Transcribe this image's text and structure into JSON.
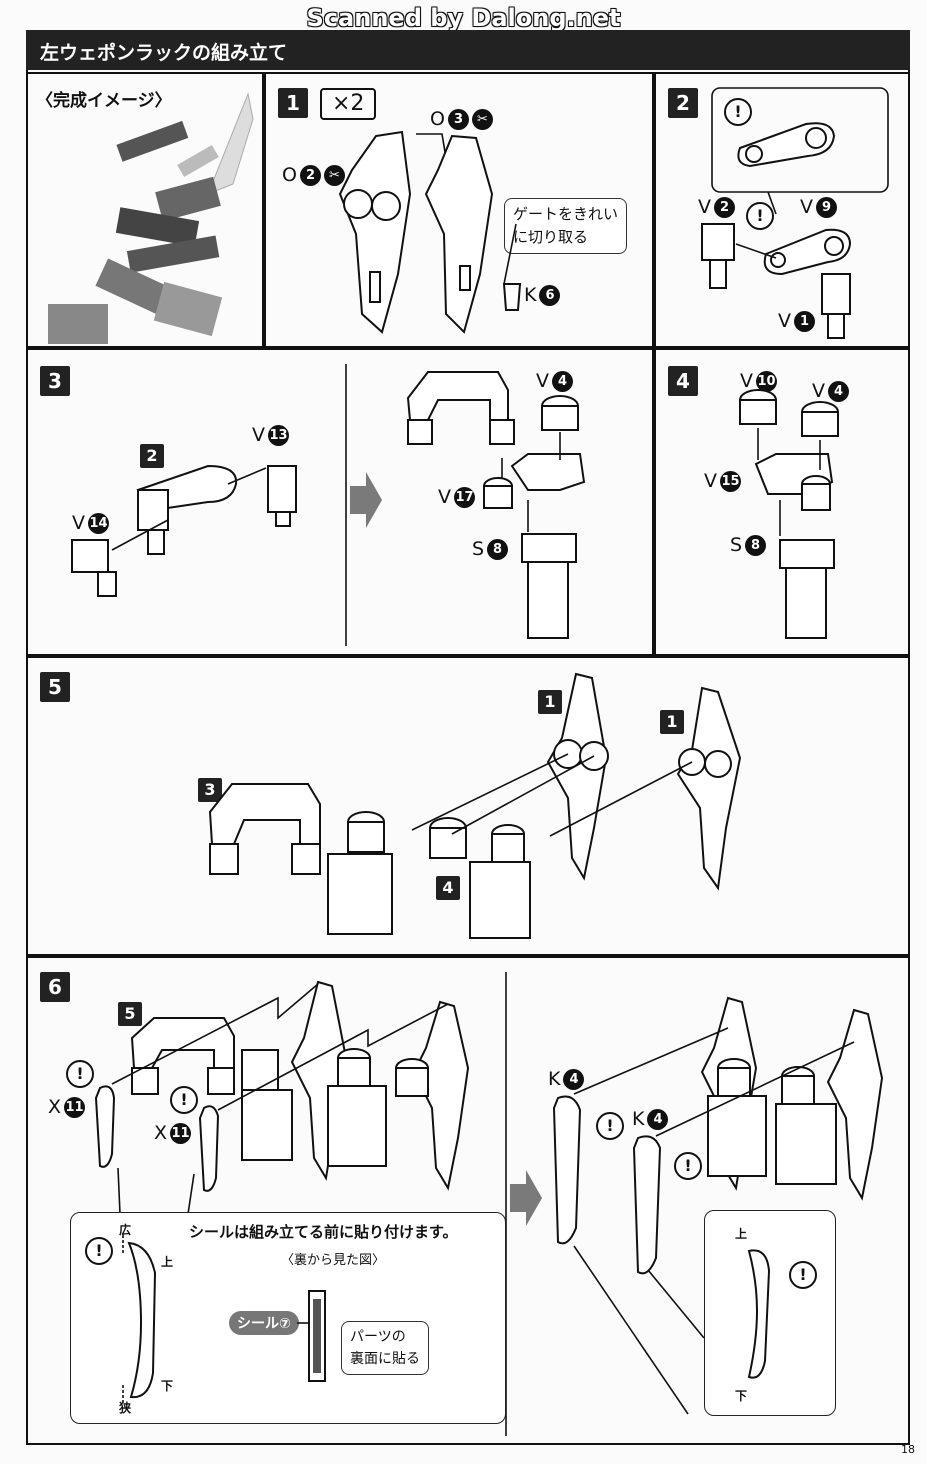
{
  "watermark": "Scanned by Dalong.net",
  "header": {
    "title": "左ウェポンラックの組み立て"
  },
  "page_number": "18",
  "panel_complete": {
    "caption": "〈完成イメージ〉"
  },
  "step1": {
    "number": "1",
    "multiplier": "×2",
    "parts": {
      "o3": "O",
      "o3_num": "3",
      "o2": "O",
      "o2_num": "2",
      "k6": "K",
      "k6_num": "6"
    },
    "note_line1": "ゲートをきれい",
    "note_line2": "に切り取る"
  },
  "step2": {
    "number": "2",
    "warn": "!",
    "parts": {
      "v2": "V",
      "v2_num": "2",
      "v9": "V",
      "v9_num": "9",
      "v1": "V",
      "v1_num": "1"
    }
  },
  "step3": {
    "number": "3",
    "ref": "2",
    "parts": {
      "v13": "V",
      "v13_num": "13",
      "v14": "V",
      "v14_num": "14",
      "v4": "V",
      "v4_num": "4",
      "v17": "V",
      "v17_num": "17",
      "s8": "S",
      "s8_num": "8"
    }
  },
  "step4": {
    "number": "4",
    "parts": {
      "v10": "V",
      "v10_num": "10",
      "v4": "V",
      "v4_num": "4",
      "v15": "V",
      "v15_num": "15",
      "s8": "S",
      "s8_num": "8"
    }
  },
  "step5": {
    "number": "5",
    "refs": {
      "a": "1",
      "b": "1",
      "c": "3",
      "d": "4"
    }
  },
  "step6": {
    "number": "6",
    "ref": "5",
    "parts": {
      "x11a": "X",
      "x11a_num": "11",
      "x11b": "X",
      "x11b_num": "11",
      "k4a": "K",
      "k4a_num": "4",
      "k4b": "K",
      "k4b_num": "4"
    },
    "detail": {
      "wide": "広",
      "narrow": "狭",
      "top": "上",
      "bottom": "下",
      "instruction": "シールは組み立てる前に貼り付けます。",
      "view_caption": "〈裏から見た図〉",
      "seal_label": "シール⑦",
      "apply_line1": "パーツの",
      "apply_line2": "裏面に貼る"
    },
    "detail2": {
      "top": "上",
      "bottom": "下"
    }
  }
}
